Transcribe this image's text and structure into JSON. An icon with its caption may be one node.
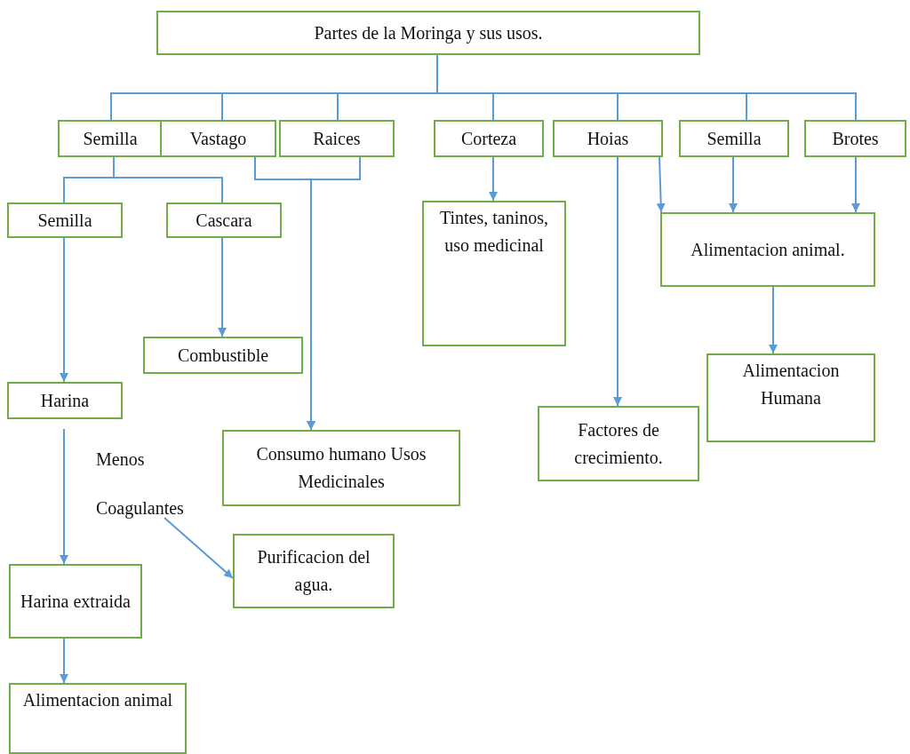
{
  "diagram": {
    "nodes": [
      {
        "text": [
          "Partes de la Moringa y sus usos."
        ]
      },
      {
        "text": [
          "Semilla"
        ]
      },
      {
        "text": [
          "Vastago"
        ]
      },
      {
        "text": [
          "Raices"
        ]
      },
      {
        "text": [
          "Corteza"
        ]
      },
      {
        "text": [
          "Hoias"
        ]
      },
      {
        "text": [
          "Semilla"
        ]
      },
      {
        "text": [
          "Brotes"
        ]
      },
      {
        "text": [
          "Semilla"
        ]
      },
      {
        "text": [
          "Cascara"
        ]
      },
      {
        "text": [
          "Tintes, taninos, uso medicinal"
        ]
      },
      {
        "text": [
          "Alimentacion animal."
        ]
      },
      {
        "text": [
          "Combustible"
        ]
      },
      {
        "text": [
          "Harina"
        ]
      },
      {
        "text": [
          "Alimentacion Humana"
        ]
      },
      {
        "text": [
          "Factores de crecimiento."
        ]
      },
      {
        "text": [
          "Consumo humano Usos Medicinales"
        ]
      },
      {
        "text": [
          "Menos Coagulantes"
        ]
      },
      {
        "text": [
          "Purificacion del agua."
        ]
      },
      {
        "text": [
          "Harina extraida"
        ]
      },
      {
        "text": [
          "Alimentacion animal"
        ]
      }
    ],
    "edges": [
      {
        "from": 0,
        "to": 1,
        "arrow": "none"
      },
      {
        "from": 0,
        "to": 2,
        "arrow": "none"
      },
      {
        "from": 0,
        "to": 3,
        "arrow": "none"
      },
      {
        "from": 0,
        "to": 4,
        "arrow": "none"
      },
      {
        "from": 0,
        "to": 5,
        "arrow": "none"
      },
      {
        "from": 0,
        "to": 6,
        "arrow": "none"
      },
      {
        "from": 0,
        "to": 7,
        "arrow": "none"
      },
      {
        "from": 1,
        "to": 8,
        "arrow": "none"
      },
      {
        "from": 1,
        "to": 9,
        "arrow": "none"
      },
      {
        "from": 2,
        "to": 16,
        "arrow": "to"
      },
      {
        "from": 3,
        "to": 16,
        "arrow": "to"
      },
      {
        "from": 4,
        "to": 10,
        "arrow": "to"
      },
      {
        "from": 5,
        "to": 15,
        "arrow": "to"
      },
      {
        "from": 5,
        "to": 11,
        "arrow": "to"
      },
      {
        "from": 6,
        "to": 11,
        "arrow": "to"
      },
      {
        "from": 7,
        "to": 11,
        "arrow": "to"
      },
      {
        "from": 9,
        "to": 12,
        "arrow": "to"
      },
      {
        "from": 8,
        "to": 13,
        "arrow": "to"
      },
      {
        "from": 13,
        "to": 19,
        "arrow": "to"
      },
      {
        "from": 19,
        "to": 20,
        "arrow": "to"
      },
      {
        "from": 11,
        "to": 14,
        "arrow": "to"
      },
      {
        "from": 17,
        "to": 18,
        "arrow": "to"
      }
    ]
  }
}
